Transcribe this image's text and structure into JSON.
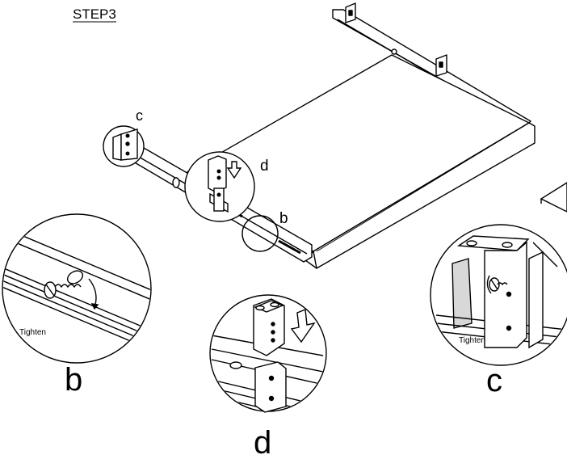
{
  "heading": "STEP3",
  "callouts": {
    "c_small": "c",
    "d_small": "d",
    "b_small": "b",
    "b_large": "b",
    "c_large": "c",
    "d_large": "d"
  },
  "notes": {
    "tighten_b": "Tighten",
    "tighten_c": "Tighten"
  },
  "colors": {
    "ink": "#000000",
    "paper": "#ffffff",
    "shade": "#d8d8d8"
  },
  "icons": [
    "screw-icon",
    "arrow-down-icon",
    "rotation-arrow-icon",
    "bracket-icon"
  ]
}
